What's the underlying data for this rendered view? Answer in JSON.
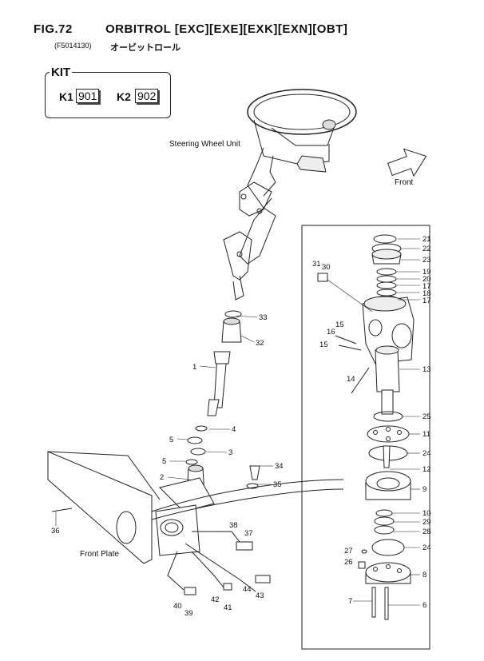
{
  "header": {
    "fig": "FIG.72",
    "name": "ORBITROL [EXC][EXE][EXK][EXN][OBT]",
    "code": "(F5014130)",
    "jp_name": "オービットロール"
  },
  "kit": {
    "title": "KIT",
    "items": [
      {
        "label": "K1",
        "value": "901"
      },
      {
        "label": "K2",
        "value": "902"
      }
    ]
  },
  "labels": {
    "steering_wheel_unit": "Steering Wheel Unit",
    "front": "Front",
    "front_plate": "Front Plate"
  },
  "callouts_left": [
    "33",
    "32",
    "1",
    "4",
    "5",
    "3",
    "5",
    "2",
    "34",
    "35",
    "36",
    "38",
    "37",
    "40",
    "39",
    "42",
    "41",
    "44",
    "43"
  ],
  "callouts_right": [
    "21",
    "22",
    "23",
    "31",
    "30",
    "19",
    "20",
    "17",
    "18",
    "17",
    "15",
    "16",
    "15",
    "13",
    "14",
    "25",
    "11",
    "24",
    "12",
    "9",
    "10",
    "29",
    "28",
    "27",
    "24",
    "26",
    "8",
    "7",
    "6"
  ]
}
